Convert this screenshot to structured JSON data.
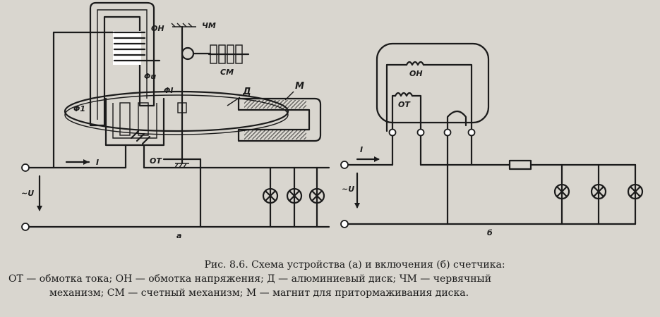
{
  "diagram_a": {
    "label_oh": "ОН",
    "label_chm": "ЧМ",
    "label_cm": "СМ",
    "label_d": "Д",
    "label_m": "М",
    "label_ot": "ОТ",
    "label_phi_u": "Φu",
    "label_phi_i": "ΦI",
    "label_phi_1": "Φ1",
    "label_i": "I",
    "label_u": "~U",
    "label_sub": "а"
  },
  "diagram_b": {
    "label_oh": "ОН",
    "label_ot": "ОТ",
    "label_i": "I",
    "label_u": "~U",
    "label_sub": "б"
  },
  "caption": {
    "title": "Рис. 8.6. Схема устройства (а) и включения (б) счетчика:",
    "legend_line_1": "ОТ — обмотка тока; ОН — обмотка напряжения; Д — алюминиевый диск; ЧМ — червячный",
    "legend_line_2": "механизм; СМ — счетный механизм; М — магнит для притормаживания диска."
  }
}
